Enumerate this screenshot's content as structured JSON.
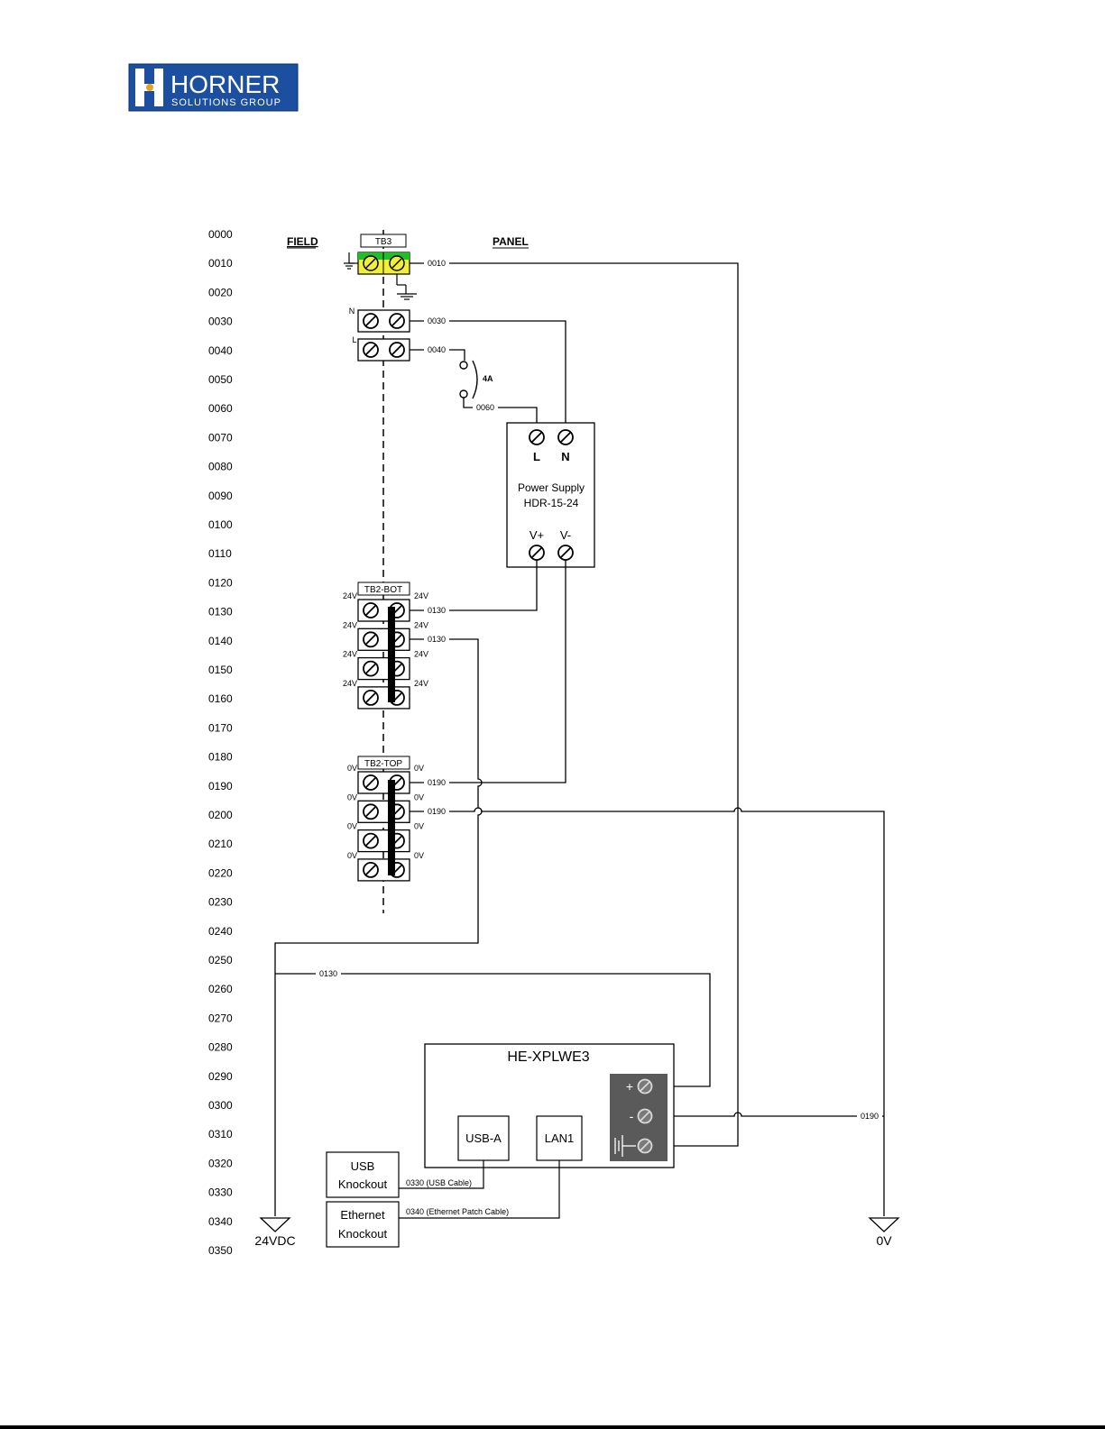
{
  "logo": {
    "brand": "HORNER",
    "tagline": "SOLUTIONS GROUP"
  },
  "headers": {
    "field": "FIELD",
    "panel": "PANEL"
  },
  "rung_numbers": [
    "0000",
    "0010",
    "0020",
    "0030",
    "0040",
    "0050",
    "0060",
    "0070",
    "0080",
    "0090",
    "0100",
    "0110",
    "0120",
    "0130",
    "0140",
    "0150",
    "0160",
    "0170",
    "0180",
    "0190",
    "0200",
    "0210",
    "0220",
    "0230",
    "0240",
    "0250",
    "0260",
    "0270",
    "0280",
    "0290",
    "0300",
    "0310",
    "0320",
    "0330",
    "0340",
    "0350"
  ],
  "terminal_blocks": {
    "tb3": "TB3",
    "tb2_bot": "TB2-BOT",
    "tb2_top": "TB2-TOP",
    "n_label": "N",
    "l_label": "L",
    "v24": "24V",
    "v0": "0V"
  },
  "fuse": {
    "rating": "4A"
  },
  "power_supply": {
    "name": "Power Supply",
    "model": "HDR-15-24",
    "term_l": "L",
    "term_n": "N",
    "term_vplus": "V+",
    "term_vminus": "V-"
  },
  "wire_labels": {
    "w0010": "0010",
    "w0030": "0030",
    "w0040": "0040",
    "w0060": "0060",
    "w0130a": "0130",
    "w0130b": "0130",
    "w0190a": "0190",
    "w0190b": "0190",
    "w0130c": "0130",
    "w0190c": "0190",
    "w0330": "0330 (USB Cable)",
    "w0340": "0340 (Ethernet Patch Cable)"
  },
  "controller": {
    "name": "HE-XPLWE3",
    "usb_port": "USB-A",
    "lan_port": "LAN1",
    "term_plus": "+",
    "term_minus": "-"
  },
  "knockouts": {
    "usb_line1": "USB",
    "usb_line2": "Knockout",
    "eth_line1": "Ethernet",
    "eth_line2": "Knockout"
  },
  "supplies": {
    "dc24": "24VDC",
    "zero": "0V"
  },
  "colors": {
    "ground_terminal_yellow": "#f2ef3a",
    "ground_terminal_green": "#1fbf25",
    "controller_panel": "#5a5a5a"
  }
}
